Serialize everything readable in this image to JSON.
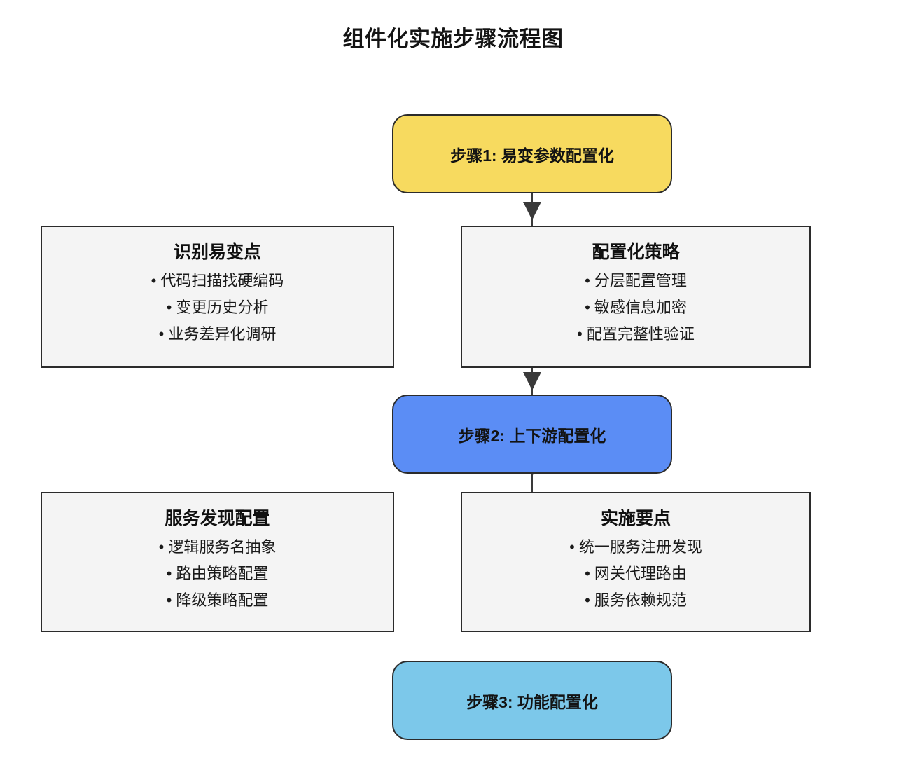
{
  "title": "组件化实施步骤流程图",
  "diagram": {
    "type": "flowchart",
    "orientation": "top-to-bottom",
    "steps": [
      {
        "id": "step-1",
        "label": "步骤1: 易变参数配置化",
        "color": "#F7DA5F",
        "shape": "rounded-rectangle"
      },
      {
        "id": "step-2",
        "label": "步骤2: 上下游配置化",
        "color": "#5B8DF5",
        "shape": "rounded-rectangle"
      },
      {
        "id": "step-3",
        "label": "步骤3: 功能配置化",
        "color": "#7CC8EA",
        "shape": "rounded-rectangle"
      }
    ],
    "detail_boxes": [
      {
        "id": "detail-identify",
        "title": "识别易变点",
        "items": [
          "代码扫描找硬编码",
          "变更历史分析",
          "业务差异化调研"
        ],
        "color": "#F4F4F4"
      },
      {
        "id": "detail-strategy",
        "title": "配置化策略",
        "items": [
          "分层配置管理",
          "敏感信息加密",
          "配置完整性验证"
        ],
        "color": "#F4F4F4"
      },
      {
        "id": "detail-discovery",
        "title": "服务发现配置",
        "items": [
          "逻辑服务名抽象",
          "路由策略配置",
          "降级策略配置"
        ],
        "color": "#F4F4F4"
      },
      {
        "id": "detail-keypoints",
        "title": "实施要点",
        "items": [
          "统一服务注册发现",
          "网关代理路由",
          "服务依赖规范"
        ],
        "color": "#F4F4F4"
      }
    ],
    "connectors": [
      {
        "id": "conn-step1-strategy",
        "from": "step-1",
        "to": "detail-strategy",
        "arrow": "down",
        "color": "#3a3a3a"
      },
      {
        "id": "conn-strategy-step2",
        "from": "detail-strategy",
        "to": "step-2",
        "arrow": "down",
        "color": "#3a3a3a"
      },
      {
        "id": "conn-step2-keypoints",
        "from": "step-2",
        "to": "detail-keypoints",
        "arrow": "down",
        "color": "#3a3a3a"
      }
    ],
    "background": "#FFFFFF",
    "border_color": "#2B2B2B"
  }
}
